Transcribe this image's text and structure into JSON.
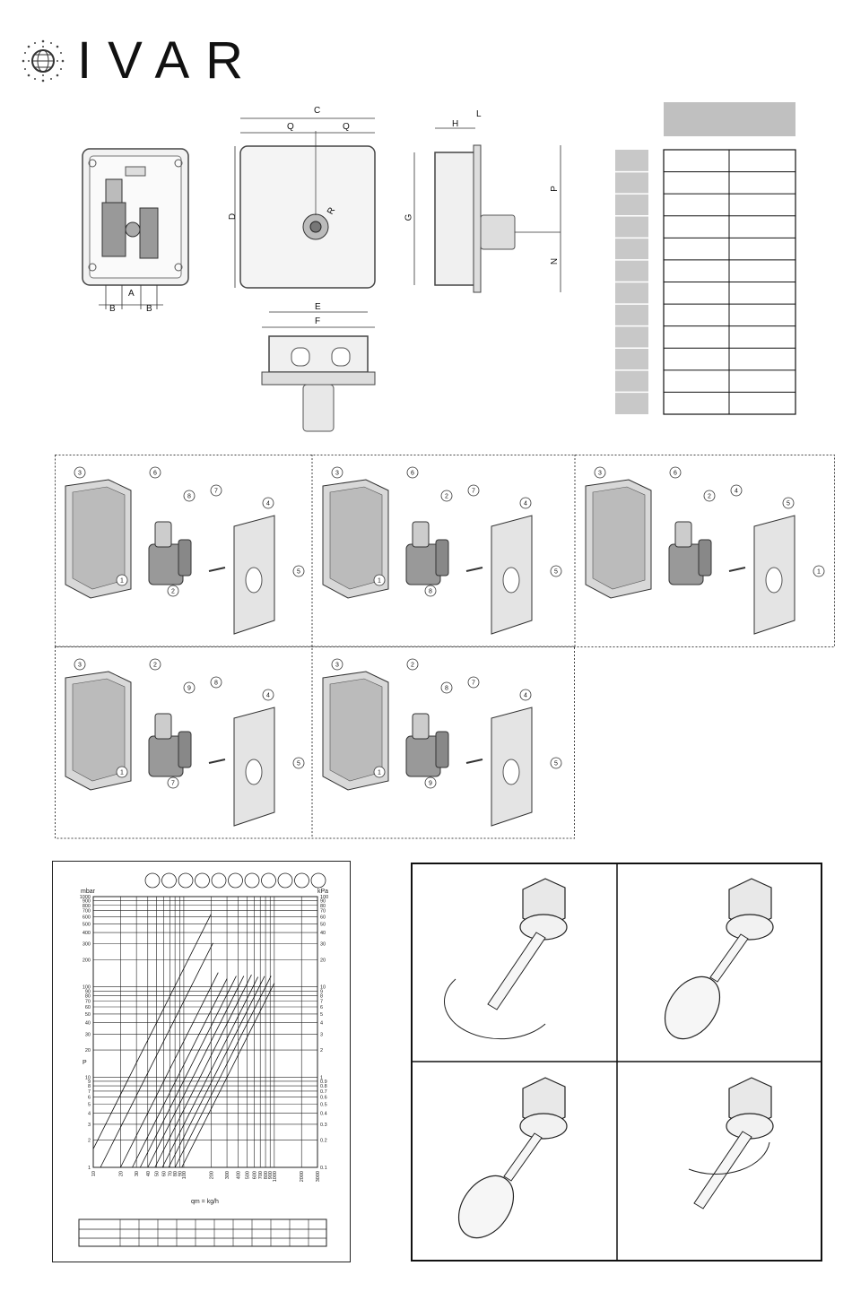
{
  "brand": {
    "name": "IVAR"
  },
  "dimension_labels": {
    "A": "A",
    "B": "B",
    "C": "C",
    "D": "D",
    "E": "E",
    "F": "F",
    "G": "G",
    "H": "H",
    "L": "L",
    "N": "N",
    "P": "P",
    "Q": "Q",
    "R": "R"
  },
  "dimension_table": {
    "rows": 12,
    "cols": 2
  },
  "exploded_views": [
    {
      "parts": [
        "3",
        "6",
        "8",
        "7",
        "4",
        "5",
        "1",
        "2"
      ]
    },
    {
      "parts": [
        "3",
        "6",
        "2",
        "7",
        "4",
        "5",
        "1",
        "8"
      ]
    },
    {
      "parts": [
        "3",
        "6",
        "2",
        "4",
        "5",
        "1"
      ]
    },
    {
      "parts": [
        "3",
        "2",
        "9",
        "8",
        "4",
        "5",
        "1",
        "7"
      ]
    },
    {
      "parts": [
        "3",
        "2",
        "8",
        "7",
        "4",
        "5",
        "1",
        "9"
      ]
    }
  ],
  "chart_data": {
    "type": "line",
    "left_axis_unit": "mbar",
    "right_axis_unit": "kPa",
    "ylabel": "P",
    "xlabel": "qm = kg/h",
    "x_ticks": [
      10,
      20,
      30,
      40,
      50,
      60,
      70,
      80,
      90,
      100,
      200,
      300,
      400,
      500,
      600,
      700,
      800,
      900,
      1000,
      2000,
      3000
    ],
    "y_ticks_mbar": [
      1,
      2,
      3,
      4,
      5,
      6,
      7,
      8,
      9,
      10,
      20,
      30,
      40,
      50,
      60,
      70,
      80,
      90,
      100,
      200,
      300,
      400,
      500,
      600,
      700,
      800,
      900,
      1000
    ],
    "y_ticks_kpa": [
      "0.1",
      "0.2",
      "0.3",
      "0.4",
      "0.5",
      "0.6",
      "0.7",
      "0.8",
      "0.9",
      "1",
      "2",
      "3",
      "4",
      "5",
      "6",
      "7",
      "8",
      "9",
      "10",
      "20",
      "30",
      "40",
      "50",
      "60",
      "70",
      "80",
      "90",
      "100"
    ],
    "xlim": [
      10,
      3000
    ],
    "ylim": [
      1,
      1000
    ],
    "x_scale": "log",
    "y_scale": "log",
    "series": [
      {
        "x": [
          10,
          200
        ],
        "y": [
          1.6,
          640
        ]
      },
      {
        "x": [
          12,
          210
        ],
        "y": [
          1,
          306
        ]
      },
      {
        "x": [
          20,
          240
        ],
        "y": [
          1,
          144
        ]
      },
      {
        "x": [
          27,
          300
        ],
        "y": [
          1,
          123
        ]
      },
      {
        "x": [
          33,
          380
        ],
        "y": [
          1,
          132
        ]
      },
      {
        "x": [
          40,
          460
        ],
        "y": [
          1,
          132
        ]
      },
      {
        "x": [
          48,
          560
        ],
        "y": [
          1,
          136
        ]
      },
      {
        "x": [
          58,
          660
        ],
        "y": [
          1,
          129
        ]
      },
      {
        "x": [
          68,
          780
        ],
        "y": [
          1,
          131
        ]
      },
      {
        "x": [
          80,
          920
        ],
        "y": [
          1,
          132
        ]
      },
      {
        "x": [
          95,
          1000
        ],
        "y": [
          1,
          110
        ]
      }
    ],
    "grid": true,
    "legend_circles": 11
  }
}
